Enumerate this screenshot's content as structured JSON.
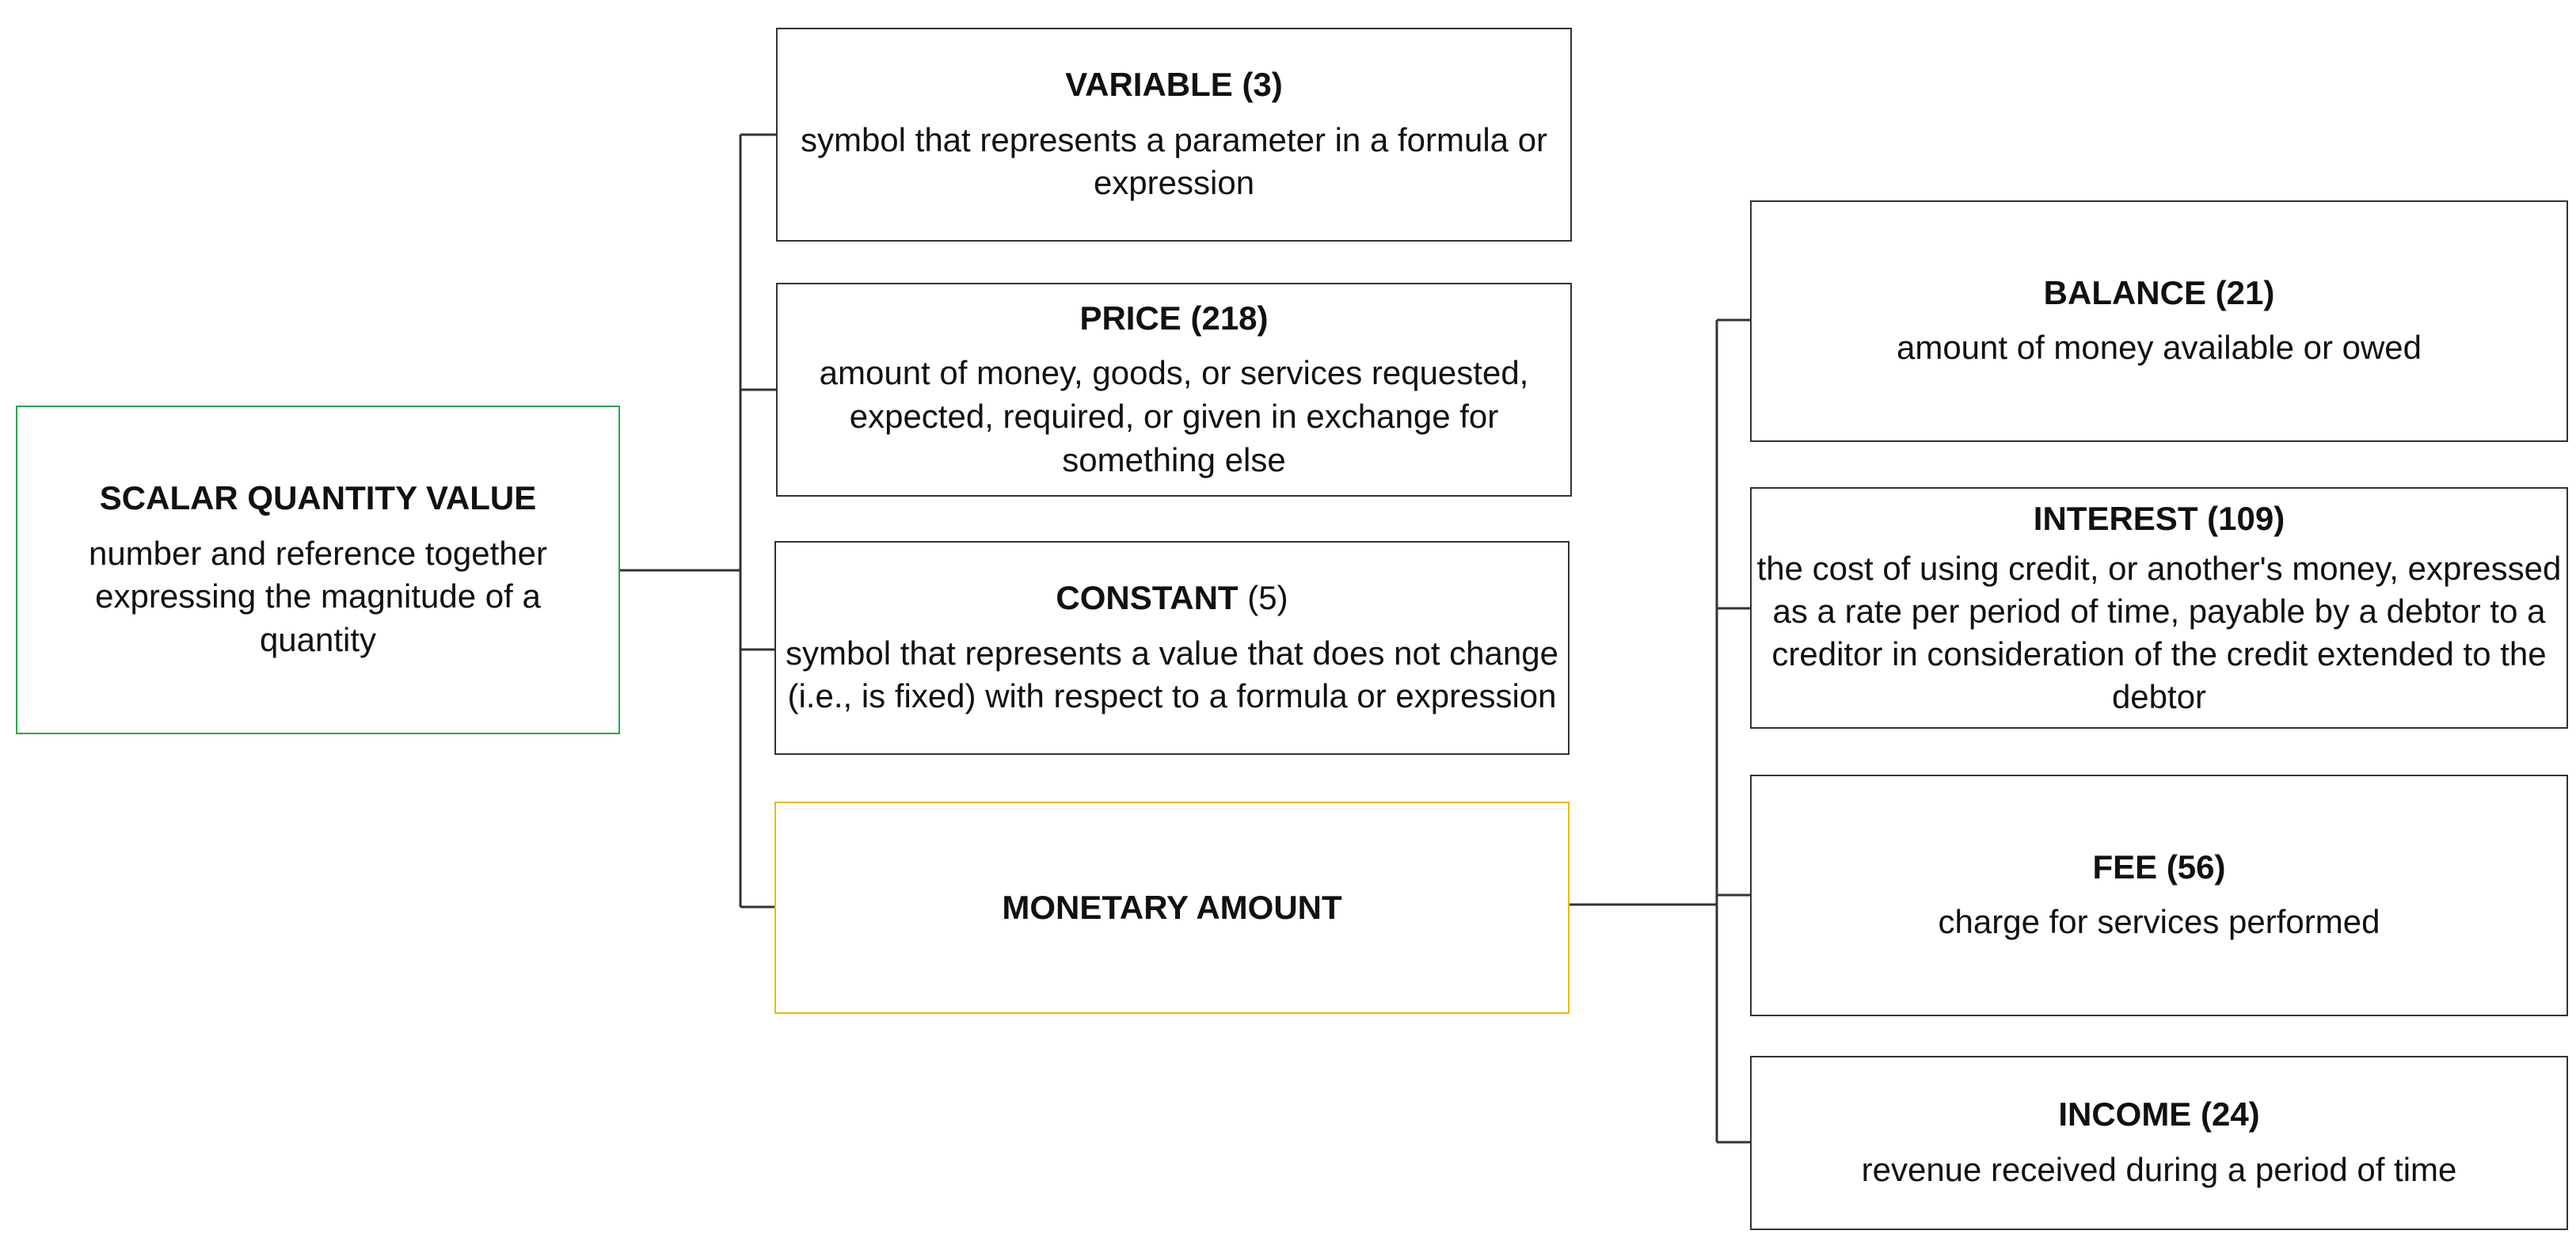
{
  "root": {
    "title": "SCALAR QUANTITY VALUE",
    "desc": "number and reference together expressing the magnitude of a quantity"
  },
  "level1": [
    {
      "title": "VARIABLE (3)",
      "desc": "symbol that represents a parameter in a formula or expression"
    },
    {
      "title": "PRICE (218)",
      "desc": "amount of money, goods, or services requested, expected, required, or given in exchange for something else"
    },
    {
      "title": "CONSTANT",
      "code": " (5)",
      "desc": "symbol that represents a value that does not change (i.e., is fixed) with respect to a formula or expression"
    },
    {
      "title": "MONETARY AMOUNT"
    }
  ],
  "level2": [
    {
      "title": "BALANCE (21)",
      "desc": "amount of money available or owed"
    },
    {
      "title": "INTEREST (109)",
      "desc": "the cost of using credit, or another's money, expressed as a rate per period of time, payable by a debtor to a creditor in consideration of the credit extended to the debtor"
    },
    {
      "title": "FEE (56)",
      "desc": "charge for services performed"
    },
    {
      "title": "INCOME (24)",
      "desc": "revenue received during a period of time"
    }
  ],
  "colors": {
    "root_border": "#2aa44a",
    "monetary_border": "#f2b705",
    "box_border": "#333333"
  }
}
